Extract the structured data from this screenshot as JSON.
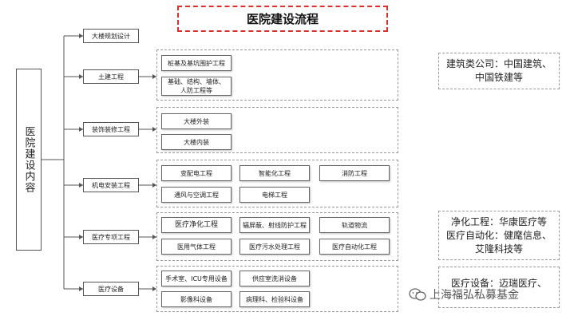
{
  "title": "医院建设流程",
  "root": "医院建设内容",
  "categories": [
    {
      "label": "大楼规划设计",
      "items": []
    },
    {
      "label": "土建工程",
      "items": [
        "桩基及基坑围护工程",
        "基础、结构、墙体、\n人防工程等"
      ]
    },
    {
      "label": "装饰装修工程",
      "items": [
        "大楼外装",
        "大楼内装"
      ]
    },
    {
      "label": "机电安装工程",
      "items": [
        "变配电工程",
        "智能化工程",
        "消防工程",
        "通风与空调工程",
        "电梯工程"
      ]
    },
    {
      "label": "医疗专项工程",
      "items": [
        "医疗净化工程",
        "辐屏蔽、射线防护工程",
        "轨道物流",
        "医用气体工程",
        "医疗污水处理工程",
        "医疗自动化工程"
      ]
    },
    {
      "label": "医疗设备",
      "items": [
        "手术室、ICU专用设备",
        "供应室洗消设备",
        "影像科设备",
        "病理科、检验科设备"
      ]
    }
  ],
  "notes": [
    {
      "lines": [
        "建筑类公司：中国建筑、",
        "中国铁建等"
      ]
    },
    {
      "lines": [
        "净化工程：华康医疗等",
        "医疗自动化：健麾信息、",
        "艾隆科技等"
      ]
    },
    {
      "lines": [
        "医疗设备：迈瑞医疗、"
      ]
    }
  ],
  "watermark": "上海福弘私募基金",
  "colors": {
    "title_border": "#d9302c",
    "line": "#555555",
    "dashed": "#999999"
  }
}
